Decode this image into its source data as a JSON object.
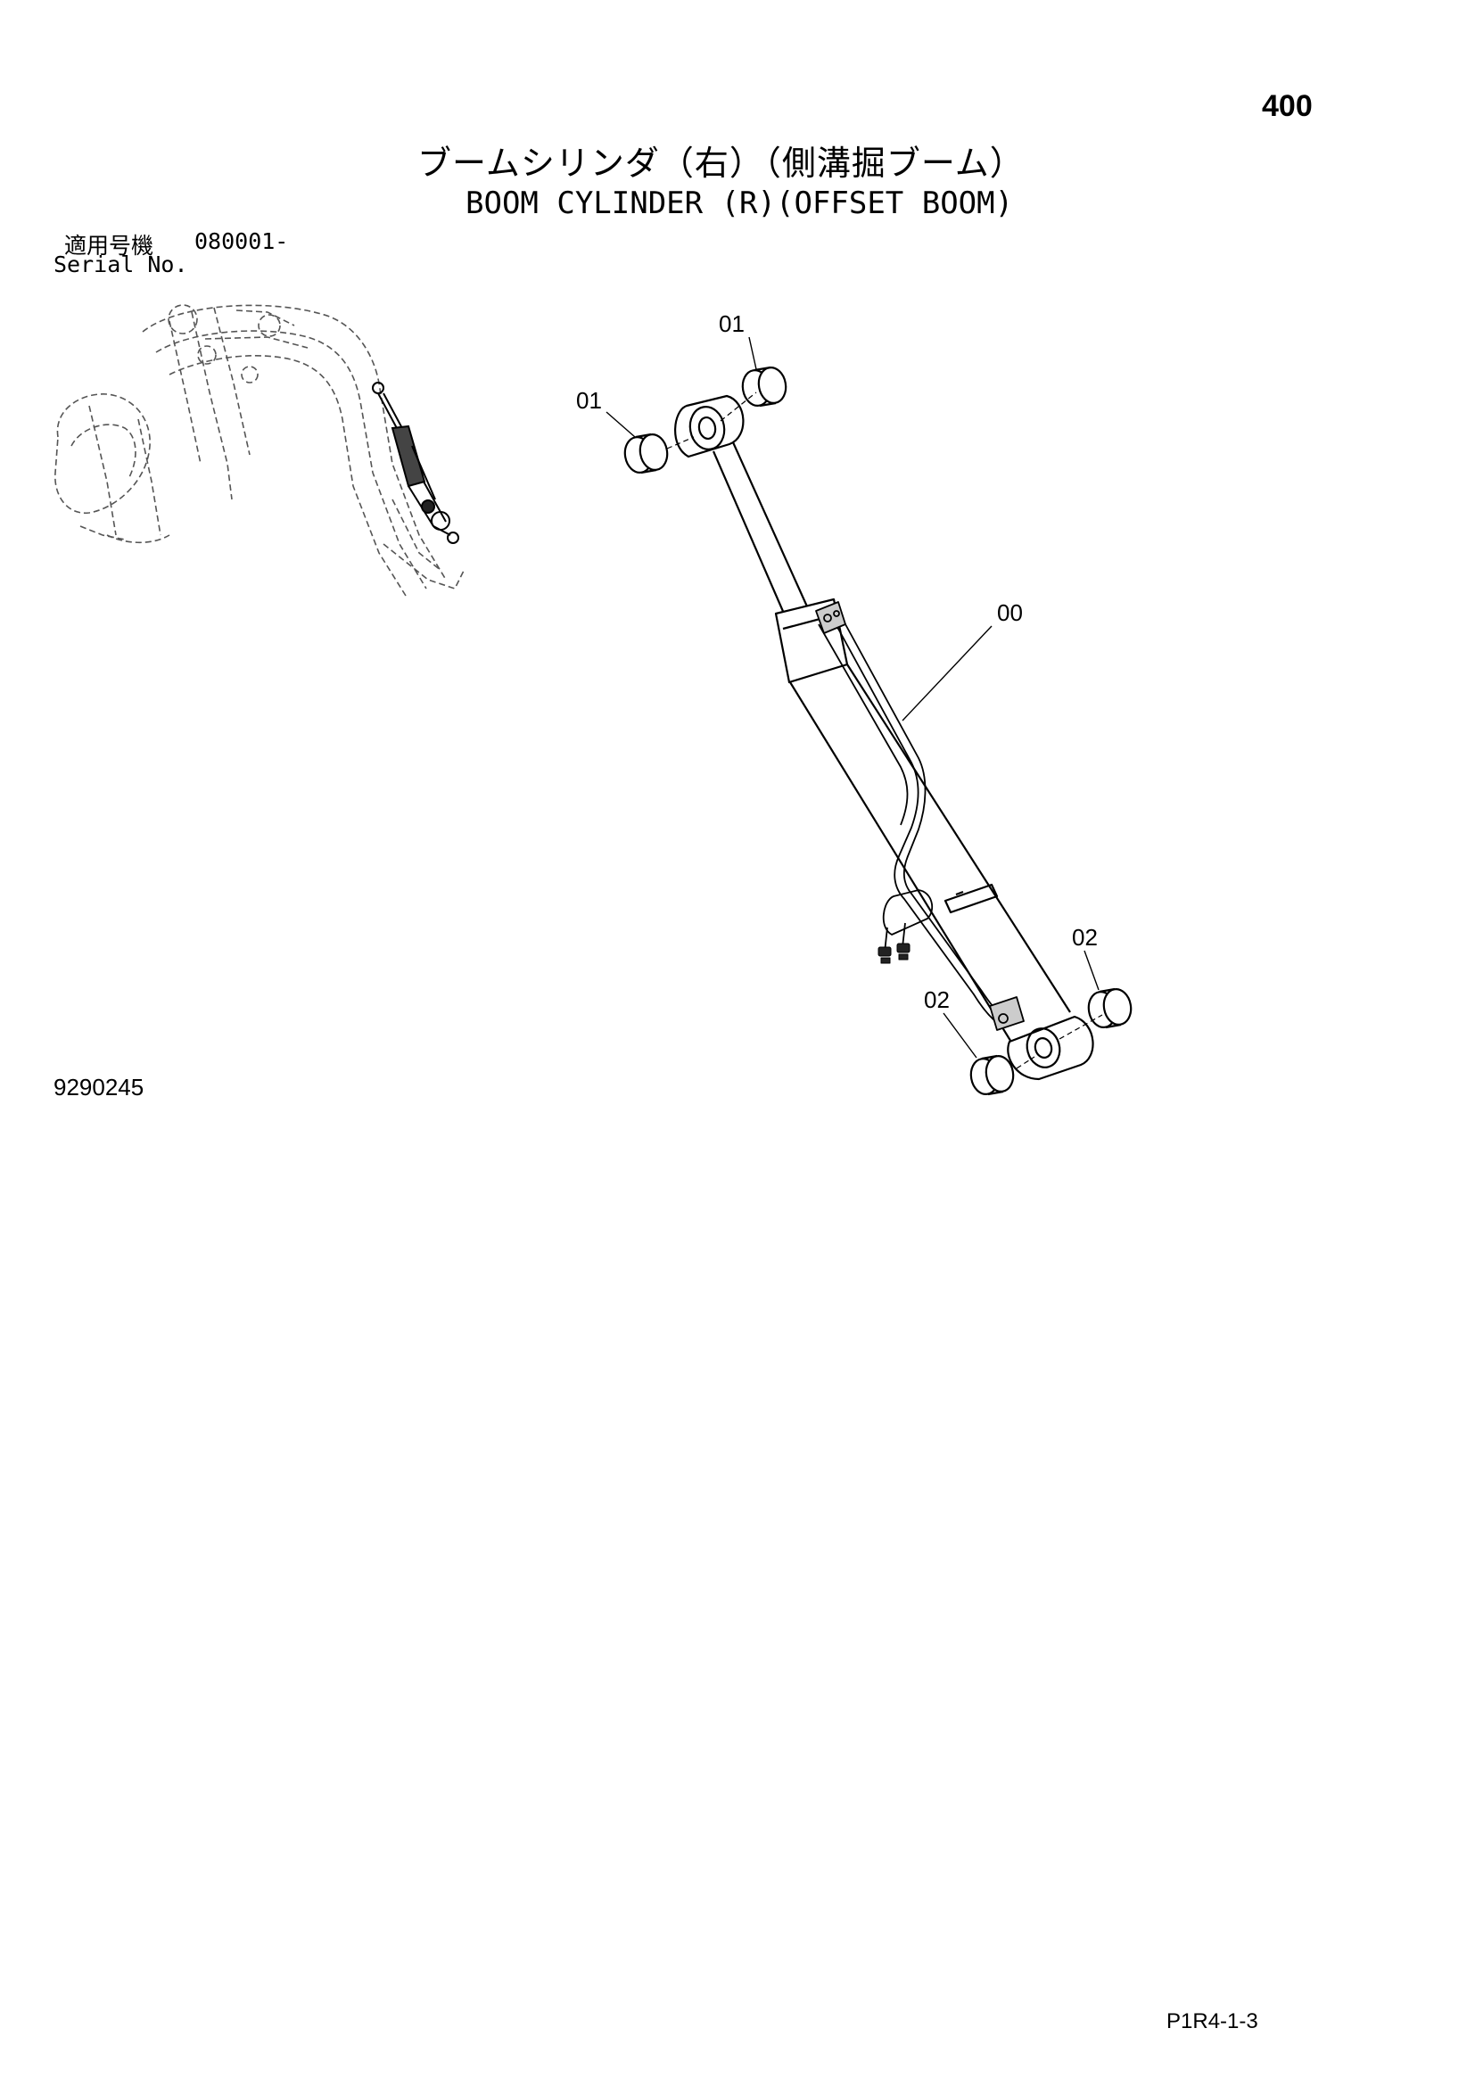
{
  "page_number": "400",
  "title_jp": "ブームシリンダ（右）（側溝掘ブーム）",
  "title_en": "BOOM CYLINDER (R)(OFFSET BOOM)",
  "serial": {
    "label_jp": "適用号機",
    "value": "080001-",
    "label_en": "Serial No."
  },
  "callouts": {
    "part_00": "00",
    "part_01_top": "01",
    "part_01_left": "01",
    "part_02_right": "02",
    "part_02_left": "02"
  },
  "drawing_number": "9290245",
  "page_code": "P1R4-1-3"
}
